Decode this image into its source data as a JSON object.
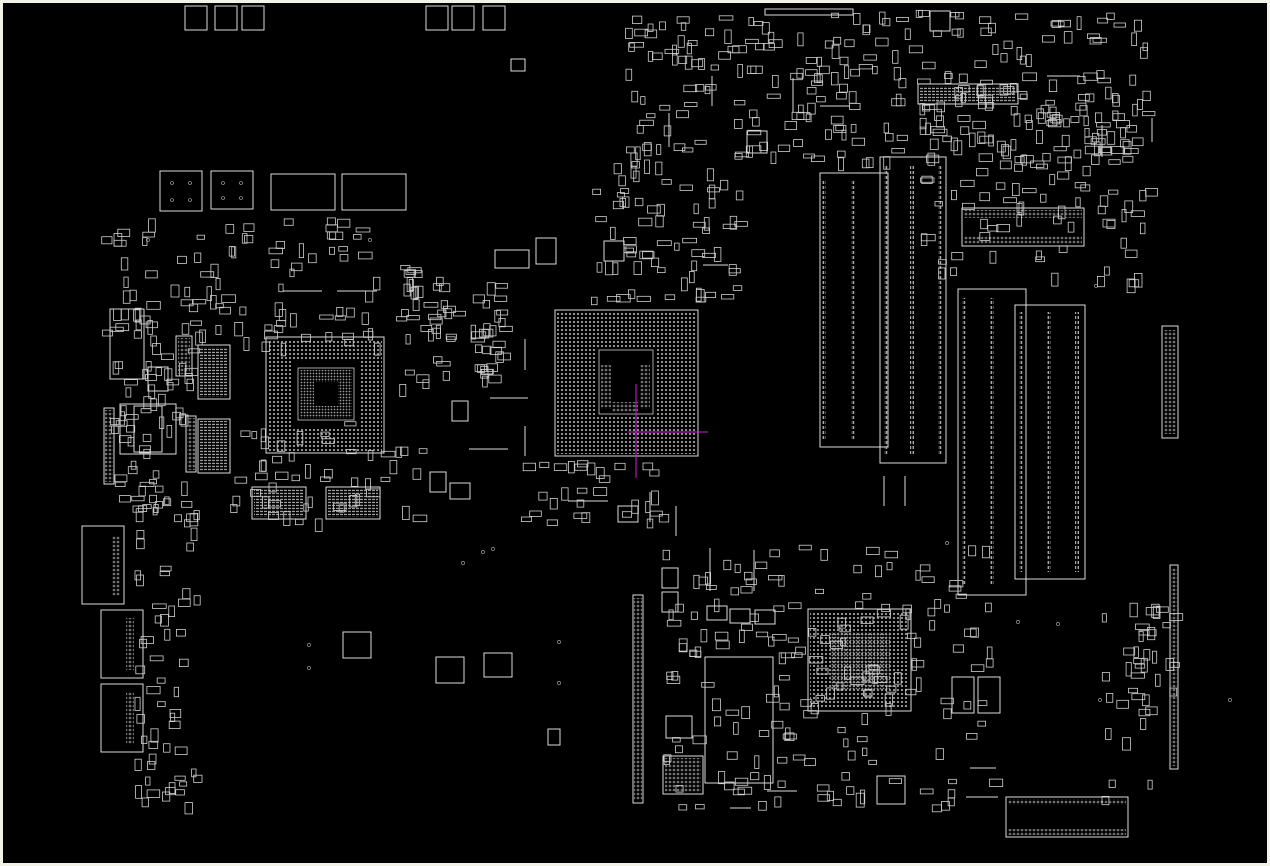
{
  "view": {
    "background": "#000000",
    "frame_color": "#f2f2e6",
    "outline_color": "#dcdcdc",
    "marker_color": "#d11ed1"
  },
  "components": {
    "main_socket": "bga-processor-socket",
    "video_chip": "bga-graphics-chip",
    "chipset": "bga-chipset",
    "memory_slots": 4,
    "connectors": [
      "left-io-connectors",
      "bottom-right-header",
      "right-edge-header"
    ]
  }
}
